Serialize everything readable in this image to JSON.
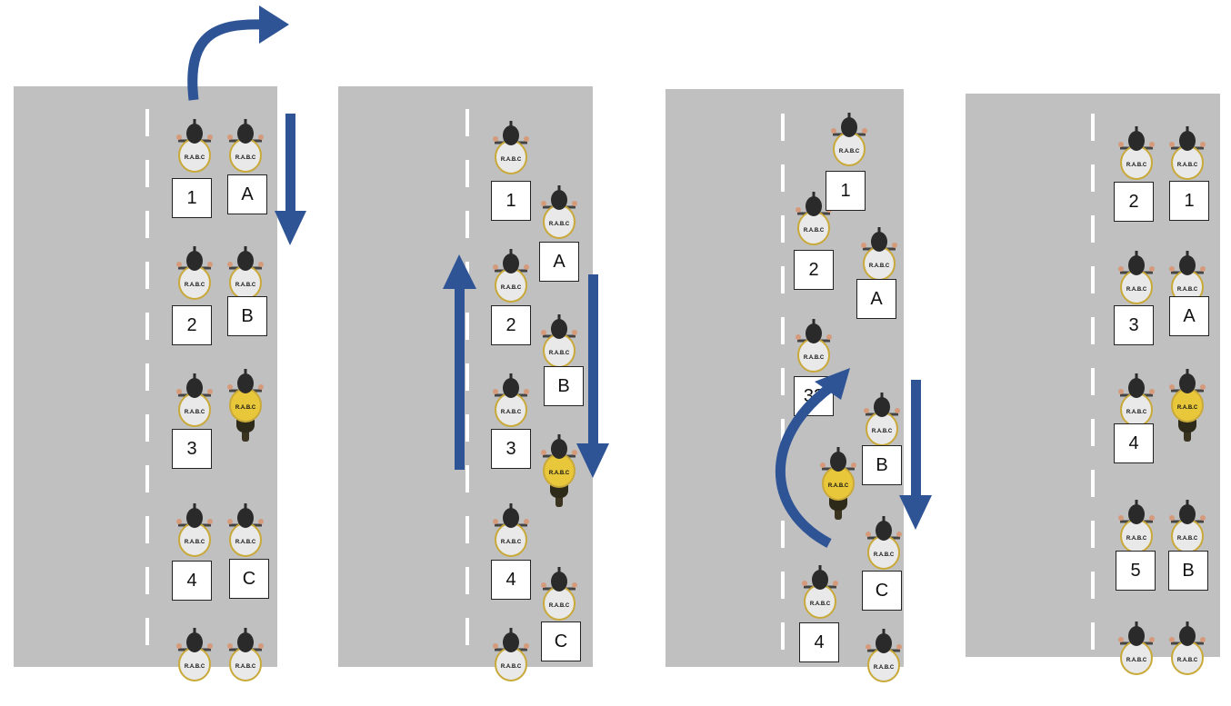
{
  "colors": {
    "road": "#c0c0c0",
    "arrow": "#2e5496",
    "rider_white": "#e9e9e9",
    "rider_yellow": "#e8c83a",
    "helmet": "#2a2a2a"
  },
  "rider_badge": "R.A.B.C",
  "panels": [
    {
      "labels": [
        "1",
        "A",
        "2",
        "B",
        "3",
        "4",
        "C"
      ]
    },
    {
      "labels": [
        "1",
        "A",
        "2",
        "B",
        "3",
        "4",
        "C"
      ]
    },
    {
      "labels": [
        "1",
        "2",
        "A",
        "33",
        "B",
        "C",
        "4"
      ]
    },
    {
      "labels": [
        "2",
        "1",
        "3",
        "A",
        "4",
        "5",
        "B"
      ]
    }
  ]
}
